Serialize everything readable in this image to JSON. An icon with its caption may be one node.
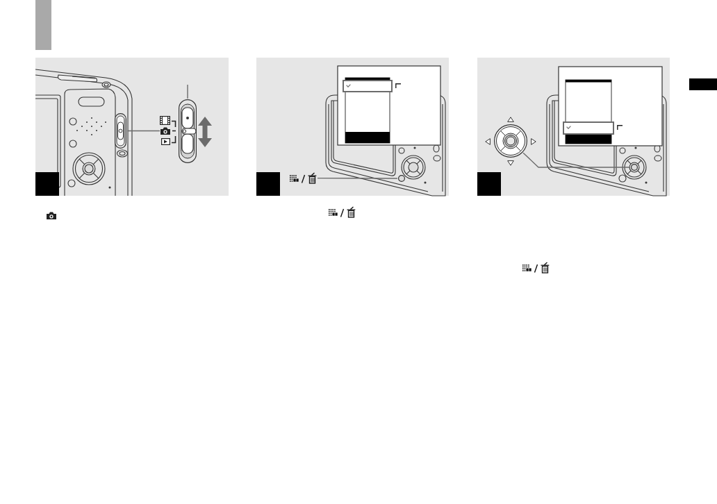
{
  "diagram": {
    "nodes": [
      {
        "text": [],
        "shape": "picture"
      },
      {
        "text": [],
        "shape": "picture"
      },
      {
        "text": [],
        "shape": "picture"
      },
      {
        "text": [],
        "shape": "picture"
      },
      {
        "text": [],
        "shape": "circle"
      },
      {
        "text": [],
        "shape": "picture"
      },
      {
        "text": [],
        "shape": "circle"
      }
    ],
    "edges": [
      {
        "from": null,
        "to": 2,
        "arrow": "none"
      },
      {
        "from": 1,
        "to": 0,
        "arrow": "none"
      },
      {
        "from": 3,
        "to": 4,
        "arrow": "none"
      },
      {
        "from": 5,
        "to": 6,
        "arrow": "none"
      }
    ]
  }
}
